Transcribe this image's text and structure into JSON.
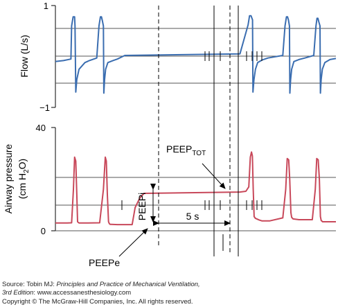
{
  "chart_data": [
    {
      "type": "line",
      "ylabel": "Flow (L/s)",
      "y_ticks": [
        "1",
        "−1"
      ],
      "ylim": [
        -1,
        1
      ],
      "color": "#3a6db0",
      "series": [
        {
          "x": [
            0.0,
            0.55,
            1.05,
            1.1,
            1.2,
            1.3,
            1.33,
            1.38,
            1.45,
            1.6,
            2.0,
            2.3,
            2.8,
            2.95,
            3.05,
            3.12,
            3.18,
            3.25,
            3.28,
            3.33,
            3.4,
            3.55,
            3.9,
            4.2,
            4.7,
            12.5,
            13.05,
            13.15,
            13.25,
            13.35,
            13.38,
            13.45,
            13.55,
            13.7,
            14.0,
            14.4,
            15.4,
            15.55,
            15.65,
            15.72,
            15.78,
            15.85,
            15.88,
            15.93,
            16.0,
            16.15,
            16.5,
            16.9,
            17.5,
            17.65,
            17.72,
            17.78,
            17.84,
            17.92,
            17.95,
            18.0,
            18.08,
            18.25,
            18.6,
            19.0
          ],
          "y": [
            -0.1,
            -0.08,
            -0.05,
            0.6,
            0.78,
            0.78,
            0.6,
            -0.7,
            -0.45,
            -0.25,
            -0.12,
            -0.08,
            -0.03,
            0.6,
            0.78,
            0.78,
            0.7,
            0.6,
            -0.72,
            -0.45,
            -0.25,
            -0.12,
            -0.08,
            -0.05,
            0.02,
            0.05,
            0.62,
            0.8,
            0.8,
            0.72,
            -0.7,
            -0.45,
            -0.25,
            -0.12,
            -0.07,
            -0.03,
            0.02,
            0.6,
            0.78,
            0.78,
            0.72,
            0.6,
            -0.72,
            -0.45,
            -0.25,
            -0.1,
            -0.06,
            -0.03,
            0.02,
            0.6,
            0.75,
            0.75,
            0.68,
            0.6,
            -0.72,
            -0.45,
            -0.25,
            -0.12,
            -0.06,
            -0.04
          ]
        }
      ]
    },
    {
      "type": "line",
      "ylabel": "Airway pressure (cm H₂O)",
      "ylabel_line1": "Airway pressure",
      "ylabel_line2_pre": "(cm H",
      "ylabel_line2_sub": "2",
      "ylabel_line2_post": "O)",
      "y_ticks": [
        "40",
        "0"
      ],
      "ylim": [
        0,
        40
      ],
      "color": "#c8485a",
      "series": [
        {
          "x": [
            0.0,
            0.8,
            1.1,
            1.22,
            1.3,
            1.38,
            1.45,
            1.5,
            1.6,
            2.0,
            3.0,
            3.25,
            3.38,
            3.45,
            3.52,
            3.6,
            3.65,
            3.7,
            3.8,
            4.2,
            5.2,
            5.4,
            5.7,
            6.0,
            12.5,
            12.9,
            13.1,
            13.2,
            13.28,
            13.34,
            13.4,
            13.46,
            13.55,
            13.8,
            14.0,
            14.5,
            15.4,
            15.6,
            15.7,
            15.8,
            15.87,
            15.95,
            16.0,
            16.1,
            16.5,
            17.4,
            17.6,
            17.7,
            17.8,
            17.88,
            17.95,
            18.0,
            18.1,
            18.6,
            19.0
          ],
          "y": [
            3.0,
            3.0,
            3.1,
            16,
            28.5,
            27,
            14,
            3.5,
            3.0,
            3.0,
            3.1,
            16,
            28.5,
            27,
            14,
            3.5,
            2.8,
            2.5,
            2.5,
            2.4,
            2.4,
            9,
            12.5,
            14.5,
            15.0,
            15.3,
            17,
            28.5,
            30.5,
            29,
            16,
            5.5,
            4.8,
            4.2,
            3.8,
            3.8,
            5,
            16,
            28,
            27.5,
            20,
            7,
            5.2,
            4.6,
            4.3,
            4.3,
            16,
            28,
            27.5,
            20,
            5.5,
            4,
            3.5,
            3.5,
            3.5
          ]
        }
      ],
      "annotations": {
        "peep_tot": "PEEP",
        "peep_tot_sub": "TOT",
        "peep_i": "PEEPi",
        "peep_e": "PEEPe",
        "interval": "5 s"
      }
    }
  ],
  "caption": {
    "source_prefix": "Source: Tobin MJ: ",
    "book_title": "Principles and Practice of Mechanical Ventilation,",
    "edition": "3rd Edition",
    "website": ": www.accessanesthesiology.com",
    "copyright": "Copyright © The McGraw-Hill Companies, Inc. All rights reserved."
  }
}
